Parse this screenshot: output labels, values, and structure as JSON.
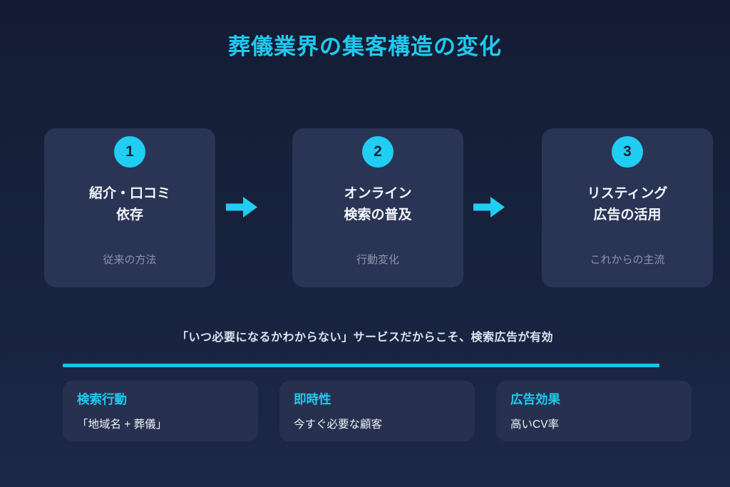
{
  "title": "葬儀業界の集客構造の変化",
  "steps": [
    {
      "number": "1",
      "line1": "紹介・口コミ",
      "line2": "依存",
      "caption": "従来の方法"
    },
    {
      "number": "2",
      "line1": "オンライン",
      "line2": "検索の普及",
      "caption": "行動変化"
    },
    {
      "number": "3",
      "line1": "リスティング",
      "line2": "広告の活用",
      "caption": "これからの主流"
    }
  ],
  "highlight_sentence": "「いつ必要になるかわからない」サービスだからこそ、検索広告が有効",
  "benefits": [
    {
      "heading": "検索行動",
      "text": "「地域名 + 葬儀」"
    },
    {
      "heading": "即時性",
      "text": "今すぐ必要な顧客"
    },
    {
      "heading": "広告効果",
      "text": "高いCV率"
    }
  ],
  "icons": {
    "step_connector": "arrow-right-icon"
  },
  "colors": {
    "background_top": "#131c33",
    "background_bottom": "#1d2848",
    "accent_cyan": "#1fc9ee",
    "step_card_background": "#2a3454",
    "benefit_card_background": "#27314f",
    "number_circle": "#1fcef2",
    "number_text": "#16223c",
    "body_text": "#f3f6fb",
    "caption_text": "#8d95aa"
  }
}
